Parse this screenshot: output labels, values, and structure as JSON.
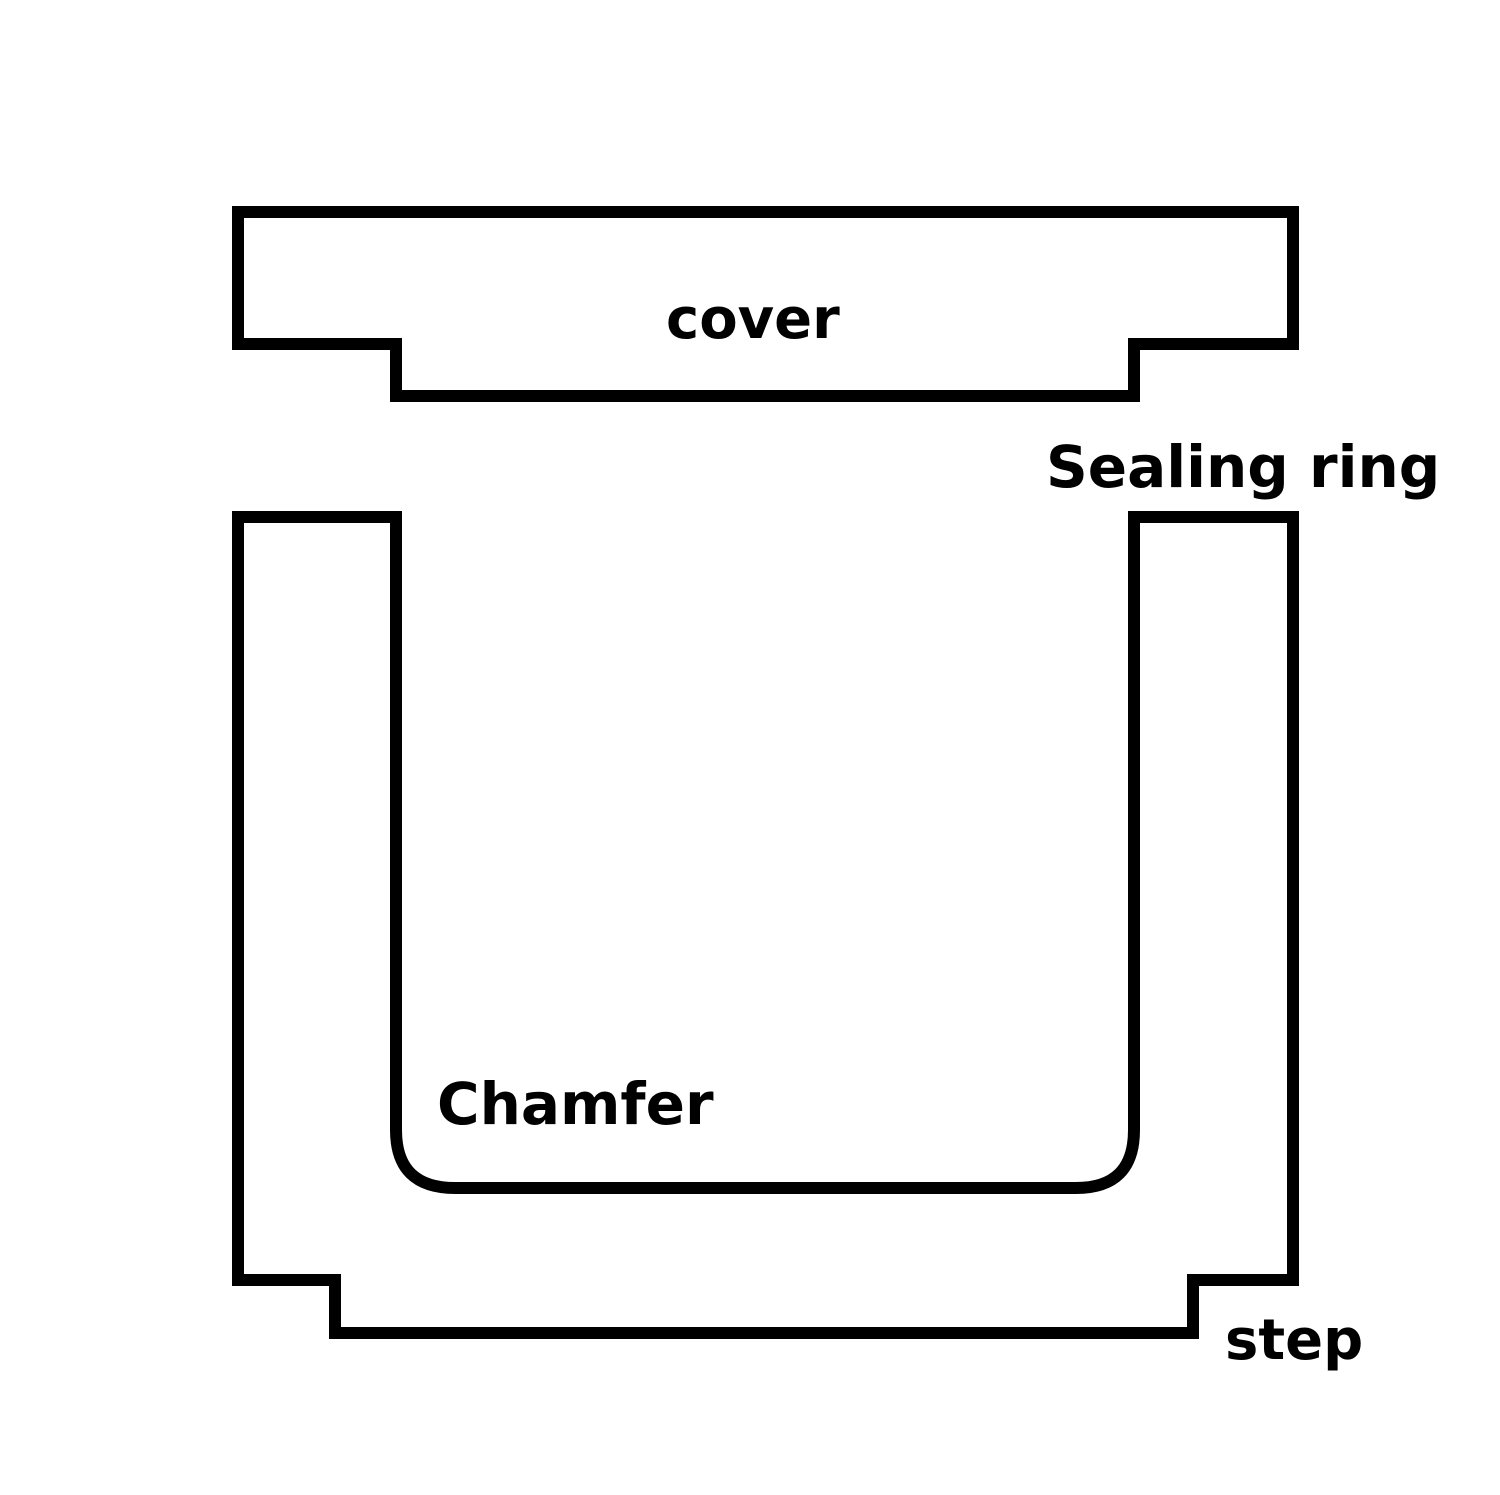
{
  "labels": {
    "cover": "cover",
    "sealing_ring": "Sealing ring",
    "chamfer": "Chamfer",
    "step": "step"
  },
  "colors": {
    "stroke": "#000000",
    "background": "#ffffff"
  }
}
